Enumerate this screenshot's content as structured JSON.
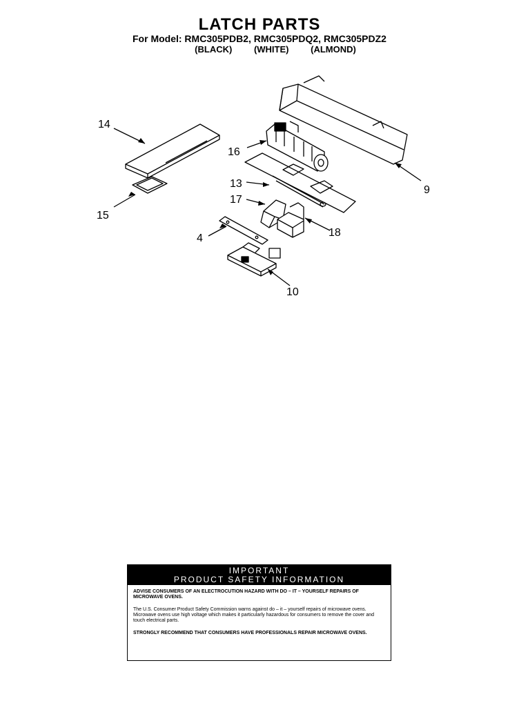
{
  "header": {
    "title": "LATCH PARTS",
    "models": "For Model: RMC305PDB2, RMC305PDQ2, RMC305PDZ2",
    "colors": [
      "(BLACK)",
      "(WHITE)",
      "(ALMOND)"
    ]
  },
  "callouts": {
    "c14": "14",
    "c15": "15",
    "c16": "16",
    "c13": "13",
    "c17": "17",
    "c4": "4",
    "c18": "18",
    "c10": "10",
    "c9": "9"
  },
  "notice": {
    "heading_line1": "IMPORTANT",
    "heading_line2": "PRODUCT SAFETY INFORMATION",
    "para1": "ADVISE CONSUMERS OF AN ELECTROCUTION HAZARD WITH DO – IT – YOURSELF REPAIRS OF MICROWAVE OVENS.",
    "para2": "The U.S. Consumer Product Safety Commission warns against do – it – yourself repairs of microwave ovens. Microwave ovens use high voltage which makes it particularly hazardous for consumers to remove the cover and touch electrical parts.",
    "para3": "STRONGLY RECOMMEND THAT CONSUMERS HAVE PROFESSIONALS REPAIR MICROWAVE OVENS."
  }
}
